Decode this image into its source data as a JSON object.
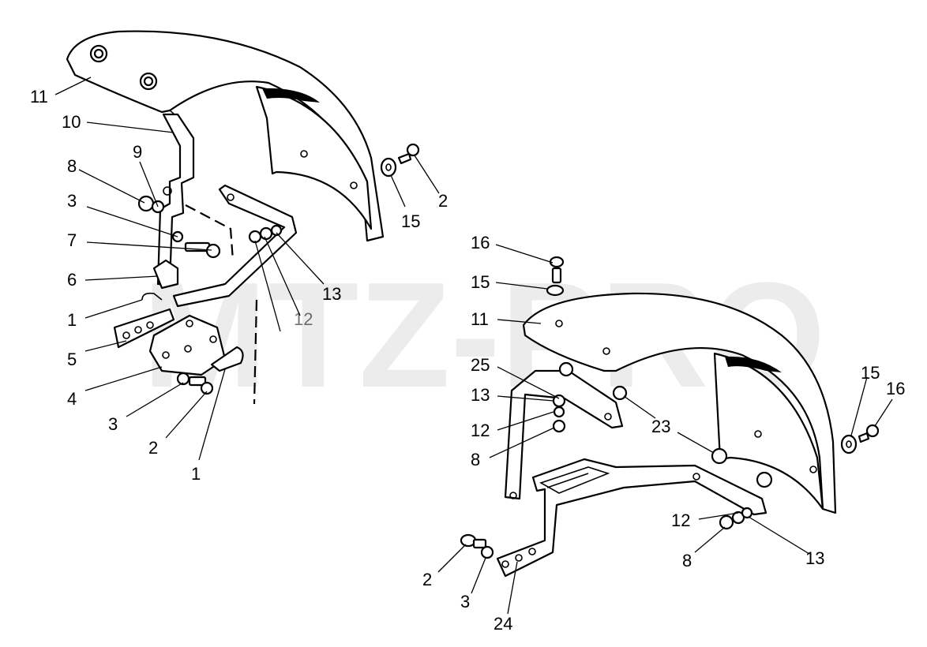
{
  "watermark": "MTZ-PRO",
  "callouts": {
    "left": [
      {
        "id": "l11",
        "text": "11"
      },
      {
        "id": "l10",
        "text": "10"
      },
      {
        "id": "l9",
        "text": "9"
      },
      {
        "id": "l8",
        "text": "8"
      },
      {
        "id": "l3a",
        "text": "3"
      },
      {
        "id": "l7",
        "text": "7"
      },
      {
        "id": "l6",
        "text": "6"
      },
      {
        "id": "l1a",
        "text": "1"
      },
      {
        "id": "l5",
        "text": "5"
      },
      {
        "id": "l4",
        "text": "4"
      },
      {
        "id": "l3b",
        "text": "3"
      },
      {
        "id": "l2a",
        "text": "2"
      },
      {
        "id": "l1b",
        "text": "1"
      },
      {
        "id": "l15",
        "text": "15"
      },
      {
        "id": "l2b",
        "text": "2"
      },
      {
        "id": "l13",
        "text": "13"
      },
      {
        "id": "l12",
        "text": "12"
      }
    ],
    "right": [
      {
        "id": "r16a",
        "text": "16"
      },
      {
        "id": "r15a",
        "text": "15"
      },
      {
        "id": "r11",
        "text": "11"
      },
      {
        "id": "r25",
        "text": "25"
      },
      {
        "id": "r13a",
        "text": "13"
      },
      {
        "id": "r12a",
        "text": "12"
      },
      {
        "id": "r8a",
        "text": "8"
      },
      {
        "id": "r23",
        "text": "23"
      },
      {
        "id": "r15b",
        "text": "15"
      },
      {
        "id": "r16b",
        "text": "16"
      },
      {
        "id": "r12b",
        "text": "12"
      },
      {
        "id": "r8b",
        "text": "8"
      },
      {
        "id": "r13b",
        "text": "13"
      },
      {
        "id": "r2",
        "text": "2"
      },
      {
        "id": "r3",
        "text": "3"
      },
      {
        "id": "r24",
        "text": "24"
      }
    ]
  }
}
